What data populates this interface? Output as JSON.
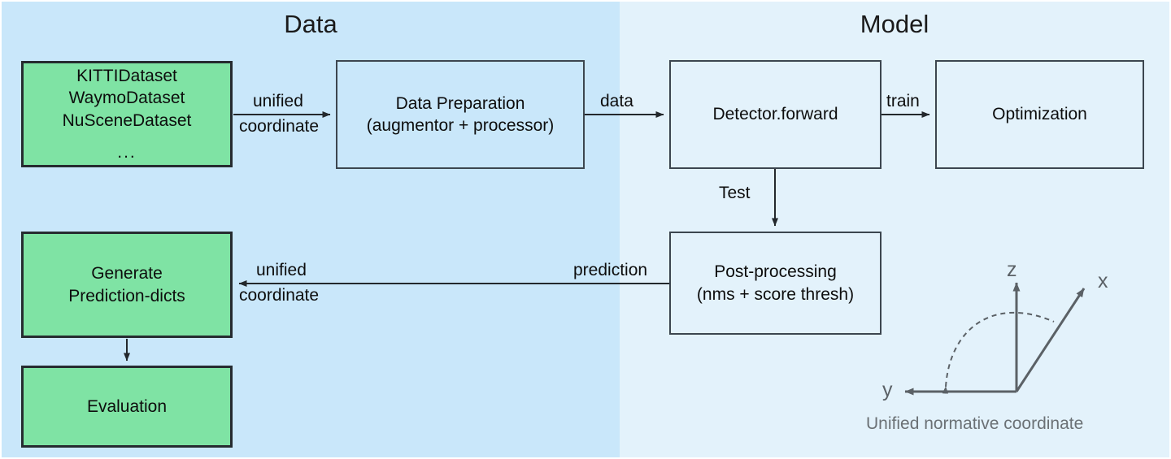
{
  "panels": {
    "data": {
      "title": "Data",
      "bg": "#c9e7fa"
    },
    "model": {
      "title": "Model",
      "bg": "#e3f2fb"
    }
  },
  "nodes": {
    "datasets": {
      "lines": [
        "KITTIDataset",
        "WaymoDataset",
        "NuSceneDataset"
      ],
      "line1": "KITTIDataset",
      "line2": "WaymoDataset",
      "line3": "NuSceneDataset",
      "ellipsis": "...",
      "fill": "#7fe3a4"
    },
    "data_preparation": {
      "line1": "Data Preparation",
      "line2": "(augmentor + processor)",
      "fill": "#c9e7fa"
    },
    "detector": {
      "line1": "Detector.forward",
      "fill": "#e3f2fb"
    },
    "optimization": {
      "line1": "Optimization",
      "fill": "#e3f2fb"
    },
    "postprocessing": {
      "line1": "Post-processing",
      "line2": "(nms + score thresh)",
      "fill": "#e3f2fb"
    },
    "generate": {
      "line1": "Generate",
      "line2": "Prediction-dicts",
      "fill": "#7fe3a4"
    },
    "evaluation": {
      "line1": "Evaluation",
      "fill": "#7fe3a4"
    }
  },
  "edges": {
    "unified_top_l1": "unified",
    "unified_top_l2": "coordinate",
    "data": "data",
    "train": "train",
    "test": "Test",
    "prediction": "prediction",
    "unified_bottom_l1": "unified",
    "unified_bottom_l2": "coordinate"
  },
  "coordinate_system": {
    "axis_z": "z",
    "axis_x": "x",
    "axis_y": "y",
    "caption": "Unified normative coordinate",
    "stroke": "#5b6166"
  }
}
